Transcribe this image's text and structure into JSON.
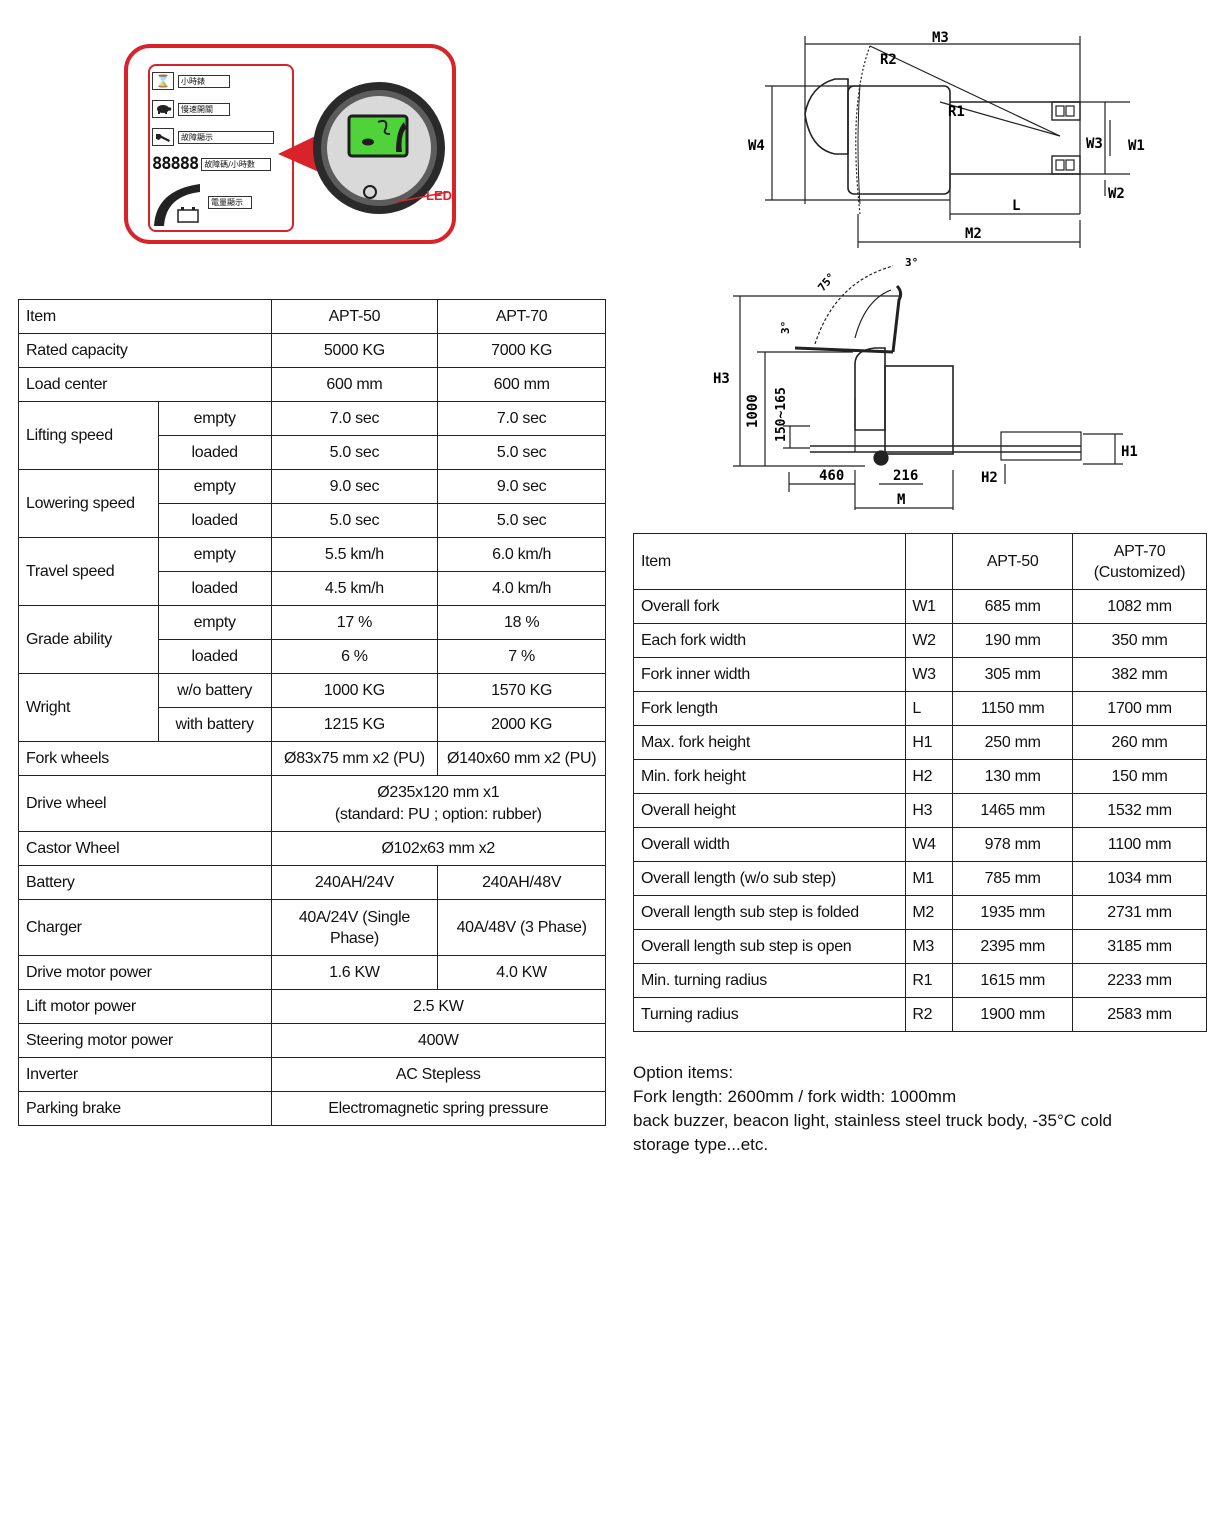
{
  "panel": {
    "legend": [
      {
        "icon": "hourglass-icon",
        "glyph": "⌛",
        "label": "小時錶"
      },
      {
        "icon": "turtle-icon",
        "glyph": "🐢",
        "label": "慢速開關"
      },
      {
        "icon": "wrench-icon",
        "glyph": "🔧",
        "label": "故障顯示"
      },
      {
        "icon": "digits-display",
        "glyph": "88888",
        "label": "故障碼/小時數"
      },
      {
        "icon": "battery-icon",
        "glyph": "▭",
        "label": "電量顯示"
      }
    ],
    "led_label": "LED",
    "accent_color": "#d8232a",
    "lcd_color": "#4fd23a"
  },
  "top_view_labels": {
    "m3": "M3",
    "r2": "R2",
    "r1": "R1",
    "w4": "W4",
    "w3": "W3",
    "w1": "W1",
    "w2": "W2",
    "l": "L",
    "m2": "M2"
  },
  "side_view_labels": {
    "angle_top": "3°",
    "angle_75": "75°",
    "angle_left": "3°",
    "h3": "H3",
    "h_1000": "1000",
    "h_150_165": "150~165",
    "h1": "H1",
    "h2": "H2",
    "d460": "460",
    "d216": "216",
    "m": "M"
  },
  "table1": {
    "header": {
      "item": "Item",
      "apt50": "APT-50",
      "apt70": "APT-70"
    },
    "rated_capacity": {
      "label": "Rated capacity",
      "apt50": "5000 KG",
      "apt70": "7000 KG"
    },
    "load_center": {
      "label": "Load center",
      "apt50": "600 mm",
      "apt70": "600 mm"
    },
    "lifting_speed": {
      "label": "Lifting speed",
      "empty": {
        "label": "empty",
        "apt50": "7.0 sec",
        "apt70": "7.0 sec"
      },
      "loaded": {
        "label": "loaded",
        "apt50": "5.0 sec",
        "apt70": "5.0 sec"
      }
    },
    "lowering_speed": {
      "label": "Lowering speed",
      "empty": {
        "label": "empty",
        "apt50": "9.0 sec",
        "apt70": "9.0 sec"
      },
      "loaded": {
        "label": "loaded",
        "apt50": "5.0 sec",
        "apt70": "5.0 sec"
      }
    },
    "travel_speed": {
      "label": "Travel speed",
      "empty": {
        "label": "empty",
        "apt50": "5.5 km/h",
        "apt70": "6.0 km/h"
      },
      "loaded": {
        "label": "loaded",
        "apt50": "4.5 km/h",
        "apt70": "4.0 km/h"
      }
    },
    "grade_ability": {
      "label": "Grade ability",
      "empty": {
        "label": "empty",
        "apt50": "17 %",
        "apt70": "18 %"
      },
      "loaded": {
        "label": "loaded",
        "apt50": "6 %",
        "apt70": "7 %"
      }
    },
    "weight": {
      "label": "Wright",
      "wo_battery": {
        "label": "w/o battery",
        "apt50": "1000 KG",
        "apt70": "1570 KG"
      },
      "with_battery": {
        "label": "with battery",
        "apt50": "1215 KG",
        "apt70": "2000 KG"
      }
    },
    "fork_wheels": {
      "label": "Fork wheels",
      "apt50": "Ø83x75 mm x2 (PU)",
      "apt70": "Ø140x60 mm x2 (PU)"
    },
    "drive_wheel": {
      "label": "Drive wheel",
      "line1": "Ø235x120 mm x1",
      "line2": "(standard: PU ; option: rubber)"
    },
    "castor_wheel": {
      "label": "Castor Wheel",
      "value": "Ø102x63 mm x2"
    },
    "battery": {
      "label": "Battery",
      "apt50": "240AH/24V",
      "apt70": "240AH/48V"
    },
    "charger": {
      "label": "Charger",
      "apt50_line1": "40A/24V (Single",
      "apt50_line2": "Phase)",
      "apt70": "40A/48V (3 Phase)"
    },
    "drive_motor_power": {
      "label": "Drive motor power",
      "apt50": "1.6 KW",
      "apt70": "4.0 KW"
    },
    "lift_motor_power": {
      "label": "Lift motor power",
      "value": "2.5 KW"
    },
    "steering_motor_power": {
      "label": "Steering motor power",
      "value": "400W"
    },
    "inverter": {
      "label": "Inverter",
      "value": "AC Stepless"
    },
    "parking_brake": {
      "label": "Parking brake",
      "value": "Electromagnetic spring pressure"
    }
  },
  "table2": {
    "header": {
      "item": "Item",
      "apt50": "APT-50",
      "apt70_line1": "APT-70",
      "apt70_line2": "(Customized)"
    },
    "rows": [
      {
        "item": "Overall fork",
        "code": "W1",
        "apt50": "685 mm",
        "apt70": "1082 mm"
      },
      {
        "item": "Each fork width",
        "code": "W2",
        "apt50": "190 mm",
        "apt70": "350 mm"
      },
      {
        "item": "Fork inner width",
        "code": "W3",
        "apt50": "305 mm",
        "apt70": "382 mm"
      },
      {
        "item": "Fork length",
        "code": "L",
        "apt50": "1150 mm",
        "apt70": "1700 mm"
      },
      {
        "item": "Max. fork height",
        "code": "H1",
        "apt50": "250 mm",
        "apt70": "260 mm"
      },
      {
        "item": "Min. fork height",
        "code": "H2",
        "apt50": "130 mm",
        "apt70": "150 mm"
      },
      {
        "item": "Overall height",
        "code": "H3",
        "apt50": "1465 mm",
        "apt70": "1532 mm"
      },
      {
        "item": "Overall width",
        "code": "W4",
        "apt50": "978 mm",
        "apt70": "1100 mm"
      },
      {
        "item": "Overall length (w/o sub step)",
        "code": "M1",
        "apt50": "785 mm",
        "apt70": "1034 mm"
      },
      {
        "item": "Overall length sub step is folded",
        "code": "M2",
        "apt50": "1935 mm",
        "apt70": "2731 mm"
      },
      {
        "item": "Overall length sub step is open",
        "code": "M3",
        "apt50": "2395 mm",
        "apt70": "3185 mm"
      },
      {
        "item": "Min. turning radius",
        "code": "R1",
        "apt50": "1615 mm",
        "apt70": "2233 mm"
      },
      {
        "item": "Turning radius",
        "code": "R2",
        "apt50": "1900 mm",
        "apt70": "2583 mm"
      }
    ]
  },
  "options": {
    "title": "Option items:",
    "line1": "Fork length: 2600mm / fork width: 1000mm",
    "line2": "back buzzer, beacon light, stainless steel truck body, -35°C cold",
    "line3": "storage type...etc."
  }
}
